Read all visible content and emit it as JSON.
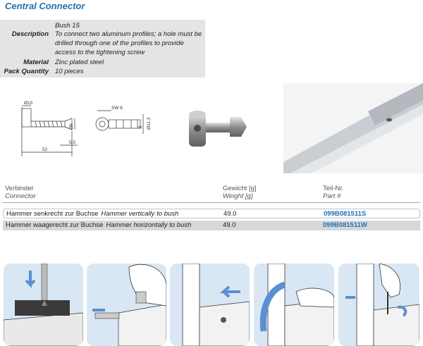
{
  "title": "Central Connector",
  "specs": [
    {
      "label": "",
      "value": "Bush 15"
    },
    {
      "label": "Description",
      "value": "To connect two aluminum profiles; a hole must be drilled through one of the profiles to provide access to the tightening screw"
    },
    {
      "label": "Material",
      "value": "Zinc plated steel"
    },
    {
      "label": "Pack Quantity",
      "value": "10 pieces"
    }
  ],
  "drawing": {
    "dim_d15": "Ø15",
    "dim_d9": "Ø9",
    "dim_52": "52",
    "dim_55": "5.5",
    "dim_sw6": "SW 6",
    "dim_d113": "Ø11.3",
    "dim_8": "8"
  },
  "table": {
    "headers": [
      {
        "de": "Verbinder",
        "en": "Connector"
      },
      {
        "de": "Gewicht [g]",
        "en": "Weight [g]"
      },
      {
        "de": "Teil-Nr.",
        "en": "Part #"
      }
    ],
    "rows": [
      {
        "de": "Hammer senkrecht zur Buchse",
        "en": "Hammer vertically to bush",
        "weight": "49.0",
        "part": "099B081511S"
      },
      {
        "de": "Hammer waagerecht zur Buchse",
        "en": "Hammer horizontally to bush",
        "weight": "49.0",
        "part": "099B081511W"
      }
    ]
  },
  "colors": {
    "accent": "#1f6fb5",
    "step_bg": "#d9e7f4",
    "spec_bg": "#e4e4e4",
    "arrow": "#5b8fd0"
  }
}
